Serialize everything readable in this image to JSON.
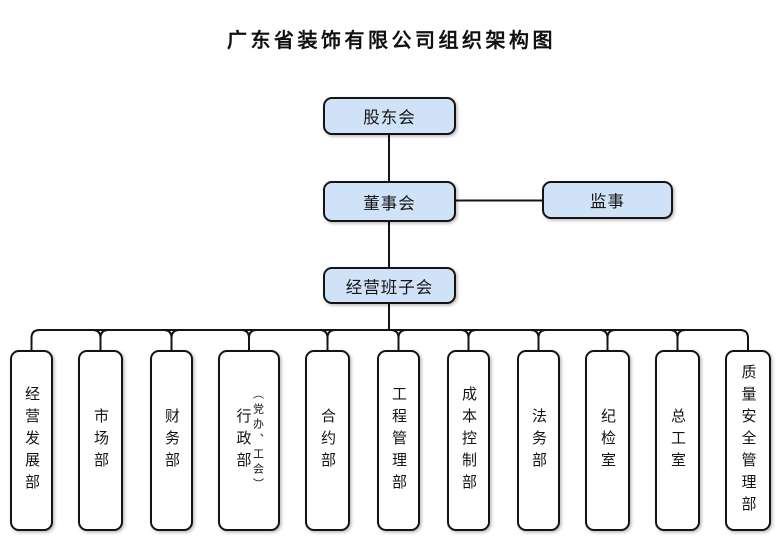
{
  "title": "广东省装饰有限公司组织架构图",
  "colors": {
    "top_node_fill": "#cfe2f7",
    "dept_node_fill": "#ffffff",
    "border_and_line": "#141414",
    "background": "#ffffff"
  },
  "nodes": {
    "shareholders": "股东会",
    "board": "董事会",
    "supervisor": "监事",
    "management": "经营班子会"
  },
  "departments": [
    {
      "label": "经营发展部"
    },
    {
      "label": "市场部"
    },
    {
      "label": "财务部"
    },
    {
      "label": "行政部",
      "sublabel": "（党办、工会）"
    },
    {
      "label": "合约部"
    },
    {
      "label": "工程管理部"
    },
    {
      "label": "成本控制部"
    },
    {
      "label": "法务部"
    },
    {
      "label": "纪检室"
    },
    {
      "label": "总工室"
    },
    {
      "label": "质量安全管理部"
    }
  ]
}
